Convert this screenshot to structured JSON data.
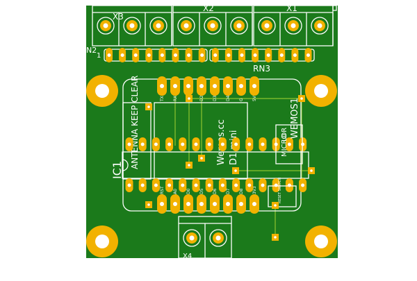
{
  "board": {
    "copper_color": "#1b7a1b",
    "silk_color": "#ffffff",
    "pad_color": "#f2b200",
    "hole_color": "#ffffff",
    "trace_color": "#9acd32"
  },
  "labels": {
    "x3": "X3",
    "x2": "X2",
    "x1": "X1",
    "n2": "N2",
    "pin1": "1",
    "rn3": "RN3",
    "ic1": "IC1",
    "antenna_keepclear": "ANTENNA KEEP CLEAR",
    "wemos_cc": "Wemos.cc",
    "d1_mini": "D1 mini",
    "wemos1": "WEMOS1",
    "micro": "MICRO",
    "ldr": "LDR",
    "reset_switch": "RESET SWITCH",
    "x4": "X4"
  },
  "pin_labels_top": [
    "TX",
    "RX",
    "D1",
    "D2",
    "D3",
    "D4",
    "G",
    "5V"
  ],
  "pin_labels_bottom": [
    "RST",
    "A0",
    "D0",
    "D5",
    "D6",
    "D7",
    "D8",
    "3V3"
  ]
}
